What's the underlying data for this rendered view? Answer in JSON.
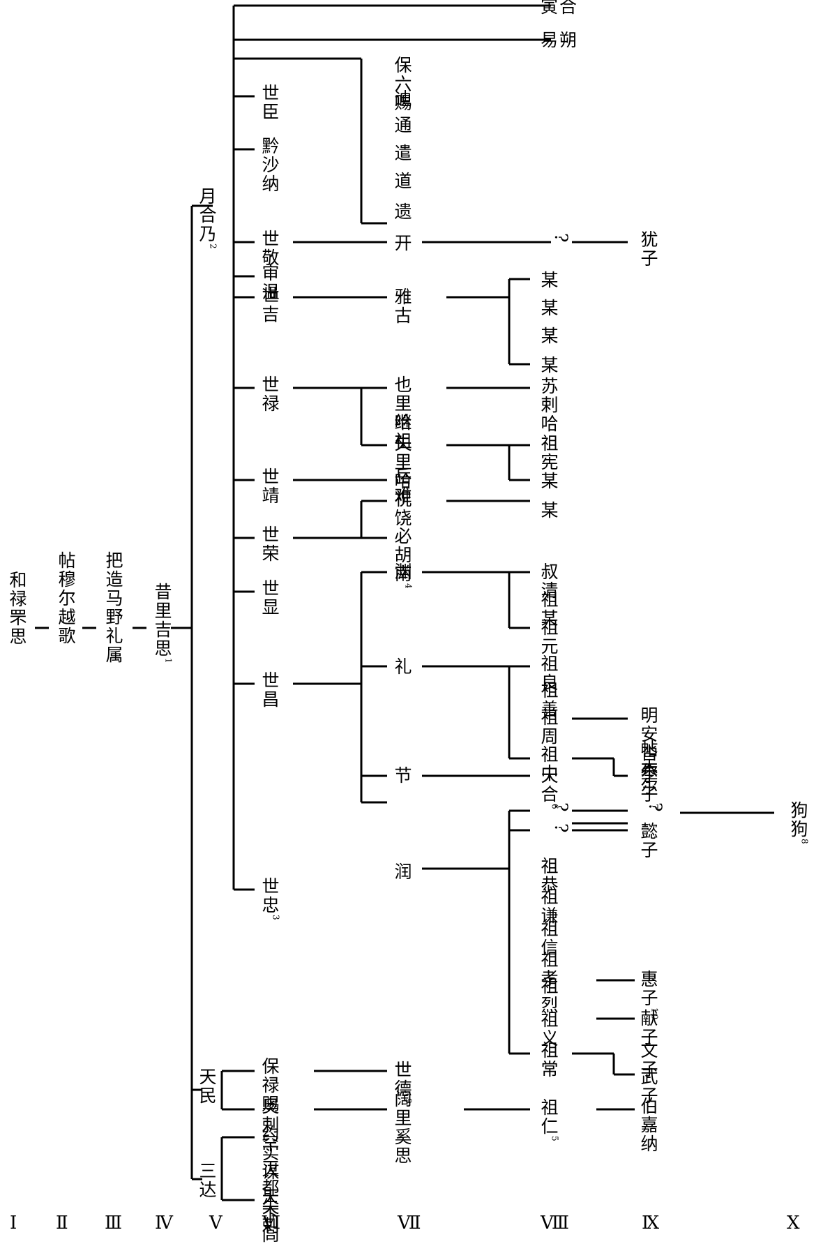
{
  "generations": [
    "Ⅰ",
    "Ⅱ",
    "Ⅲ",
    "Ⅳ",
    "Ⅴ",
    "Ⅵ",
    "Ⅶ",
    "Ⅷ",
    "Ⅸ",
    "Ⅹ"
  ],
  "people": {
    "g1": "和禄罘思",
    "g2": "帖穆尔越歌",
    "g3": "把造马野礼属",
    "g4": "昔里吉思",
    "g4_note": "1",
    "yuehenai": "月合乃",
    "yuehenai_note": "2",
    "tianmin": "天民",
    "sanda": "三达",
    "yinhe": "寅合",
    "yishuo": "易朔",
    "shichen": "世臣",
    "qiansha": "黔沙纳",
    "shijing_a": "世敬",
    "shenwen": "审温",
    "shiji": "世吉",
    "shilu": "世禄",
    "shijing_b": "世靖",
    "shirong": "世荣",
    "shixian": "世显",
    "shichang": "世昌",
    "shizhong": "世忠",
    "shizhong_note": "3",
    "baoluci": "保禄赐",
    "aolahan": "奥剌罕",
    "yueshimou": "约实谋",
    "miedushila": "灭都失剌",
    "tianxiawen": "天下闾",
    "baoliuci": "保六赐",
    "di": "迪",
    "tong": "通",
    "qian": "遣",
    "dao": "道",
    "yi": "遗",
    "kai": "开",
    "yagu": "雅古",
    "yeliha": "也里哈",
    "jizu": "继祖",
    "shiliha": "失里哈",
    "yuenan": "岳难",
    "zhurao": "祝饶",
    "bihunan": "必胡南",
    "bihunan_note": "4",
    "yuan": "渊",
    "li": "礼",
    "jie": "节",
    "run": "润",
    "shide": "世德",
    "shide_note": "9",
    "kuolixusi": "阔里奚思",
    "unknown_a": "?",
    "mou1": "某",
    "mou2": "某",
    "mou3": "某",
    "mou4": "某",
    "sulaha": "苏剌哈",
    "zuxian": "祖宪",
    "mou5": "某",
    "mou6": "某",
    "shuqing": "叔清",
    "zumou": "祖某",
    "zuyuan": "祖元",
    "zuliang": "祖良",
    "zushan": "祖善",
    "zuzhou": "祖周",
    "zuzhong": "祖中",
    "tianhe": "天合",
    "tianhe_note": "6",
    "q1": "?",
    "q2": "?",
    "zugong": "祖恭",
    "zuqian": "祖谦",
    "zuxin": "祖信",
    "zuxiao": "祖孝",
    "zulie": "祖烈",
    "zuyi": "祖义",
    "zuchang": "祖常",
    "zuren": "祖仁",
    "zuren_note": "5",
    "youzi": "犹子",
    "mingan": "明安沓尔",
    "tiemuer": "帖木尔",
    "jizi": "季子",
    "jizi_note": "7",
    "q3": "?",
    "yizi": "懿子",
    "huizi": "惠子",
    "huizi_note": "10",
    "xianzi": "献子",
    "wenzi": "文子",
    "wuzi": "武子",
    "bojiana": "伯嘉纳",
    "gougou": "狗狗",
    "gougou_note": "8"
  }
}
